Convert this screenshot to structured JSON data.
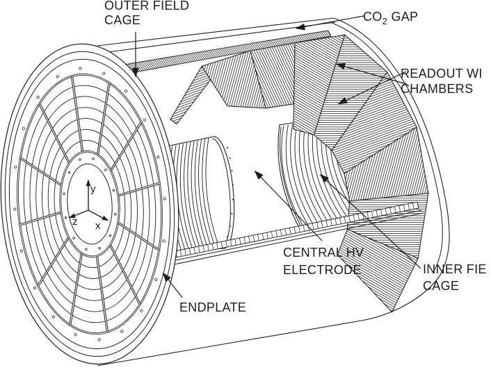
{
  "figure": {
    "background": "#ffffff",
    "line_color": "#1c1c1c",
    "description_title": "TPC cutaway schematic"
  },
  "labels": {
    "outer_field_cage": {
      "line1": "OUTER FIELD",
      "line2": "CAGE"
    },
    "co2_gap": {
      "pre": "CO",
      "sub": "2",
      "post": " GAP"
    },
    "readout_chambers": {
      "line1": "READOUT WI",
      "line2": "CHAMBERS"
    },
    "central_hv_electrode": {
      "line1": "CENTRAL HV",
      "line2": "ELECTRODE"
    },
    "inner_field_cage": {
      "line1": "INNER FIE",
      "line2": "CAGE"
    },
    "endplate": {
      "line1": "ENDPLATE"
    },
    "axes": {
      "x": "x",
      "y": "y",
      "z": "z"
    }
  }
}
